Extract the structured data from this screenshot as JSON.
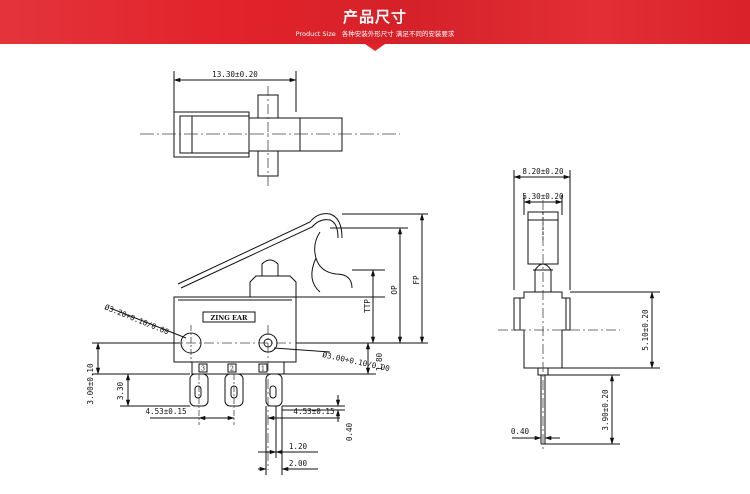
{
  "header": {
    "title": "产品尺寸",
    "subtitle_en": "Product Size",
    "subtitle_cn": "各种安装外形尺寸 满足不同的安装要求"
  },
  "colors": {
    "banner": "#e2232b",
    "line": "#111111",
    "center_line": "#444444"
  },
  "top_view": {
    "width_dim": "13.30±0.20"
  },
  "front_view": {
    "brand_label": "ZING EAR",
    "hole_left_dim": "Ø3.20+0.10/0.00",
    "hole_right_dim": "Ø3.00+0.10/0.00",
    "terminals": [
      "3",
      "2",
      "1"
    ],
    "dims": {
      "ttp": "TTP",
      "op": "OP",
      "fp": "FP",
      "d180": "1.80",
      "d300": "3.00±0.10",
      "d330": "3.30",
      "pitch_left": "4.53±0.15",
      "pitch_right": "4.53±0.15",
      "d040": "0.40",
      "d120": "1.20",
      "d200": "2.00"
    }
  },
  "side_view": {
    "dims": {
      "w820": "8.20±0.20",
      "w530": "5.30±0.20",
      "h510": "5.10±0.20",
      "h390": "3.90±0.20",
      "t040": "0.40"
    }
  }
}
